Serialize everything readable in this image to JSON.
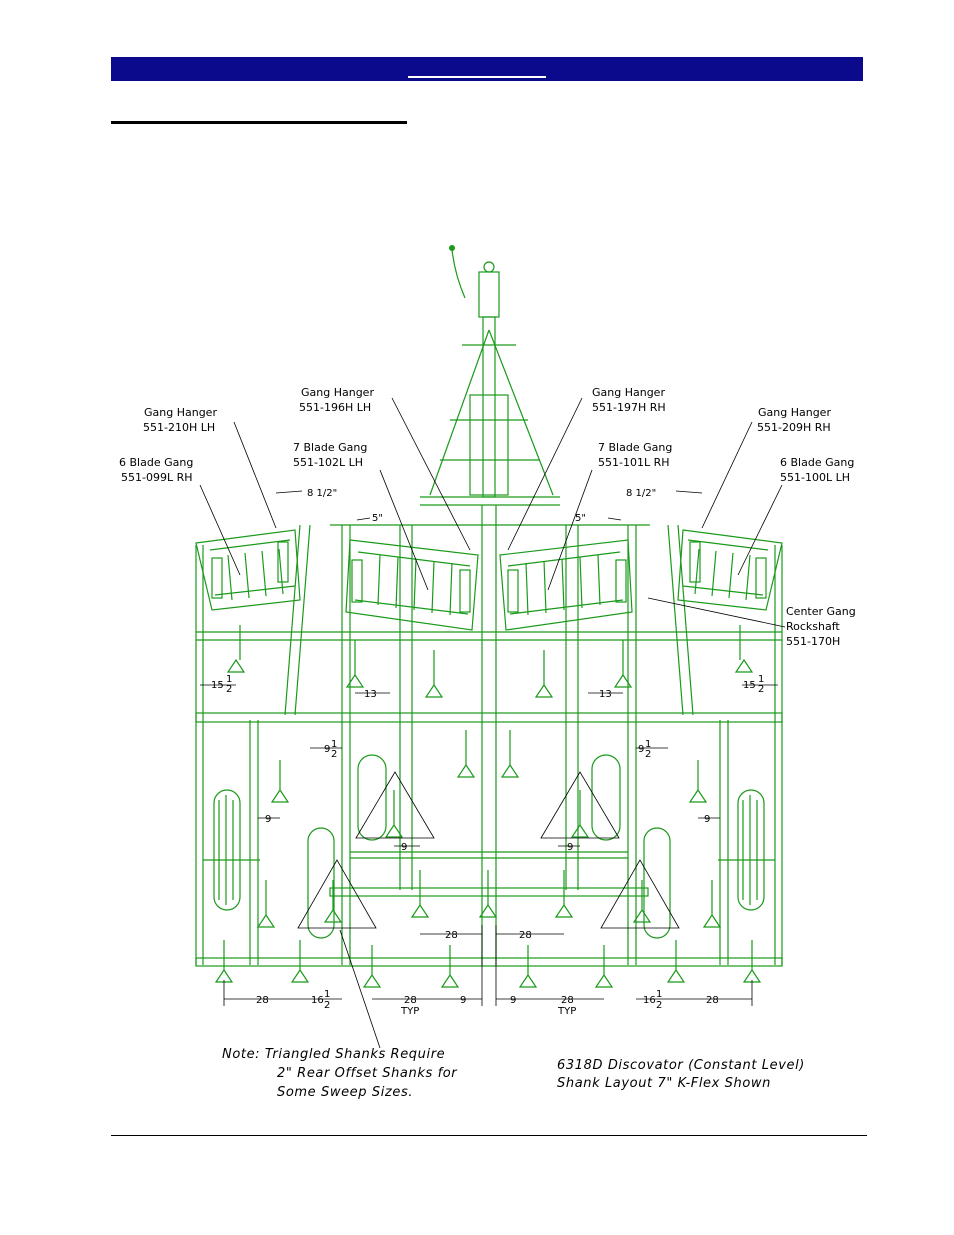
{
  "labels": {
    "gang_hanger_210": [
      "Gang Hanger",
      "551-210H  LH"
    ],
    "blade_099": [
      "6  Blade Gang",
      "551-099L  RH"
    ],
    "gang_hanger_196": [
      "Gang Hanger",
      "551-196H  LH"
    ],
    "blade_102": [
      "7 Blade Gang",
      "551-102L  LH"
    ],
    "gang_hanger_197": [
      "Gang Hanger",
      "551-197H  RH"
    ],
    "blade_101": [
      "7 Blade Gang",
      "551-101L  RH"
    ],
    "gang_hanger_209": [
      "Gang Hanger",
      "551-209H  RH"
    ],
    "blade_100": [
      "6  Blade Gang",
      "551-100L  LH"
    ],
    "rockshaft": [
      "Center Gang",
      "Rockshaft",
      "551-170H"
    ]
  },
  "dimensions": {
    "d8half": "8  1/2\"",
    "d5": "5\"",
    "d15": "15",
    "d13": "13",
    "d9": "9",
    "d28": "28",
    "d16": "16",
    "typ": "TYP",
    "half_num": "1",
    "half_den": "2"
  },
  "notes": {
    "left": [
      "Note:   Triangled Shanks Require",
      "2\"  Rear Offset Shanks for",
      "Some  Sweep  Sizes."
    ],
    "right": [
      "6318D Discovator  (Constant Level)",
      "Shank  Layout  7\"    K-Flex  Shown"
    ]
  }
}
